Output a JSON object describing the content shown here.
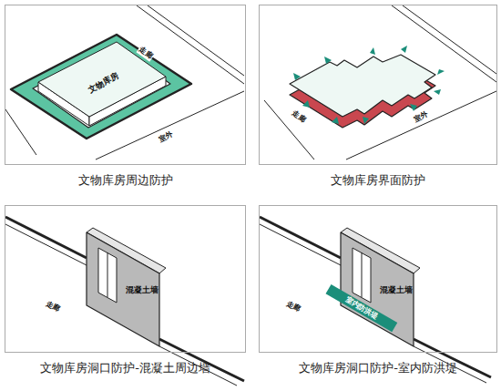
{
  "diagram": {
    "nodes": [
      {
        "text": [
          "文物库房周边防护"
        ]
      },
      {
        "text": [
          "文物库房界面防护"
        ]
      },
      {
        "text": [
          "文物库房洞口防护-混凝土周边墙"
        ]
      },
      {
        "text": [
          "文物库房洞口防护-室内防洪堤"
        ]
      },
      {
        "text": [
          "文物库房"
        ],
        "in": 0
      },
      {
        "text": [
          "混凝土墙"
        ],
        "in": 2
      },
      {
        "text": [
          "混凝土墙"
        ],
        "in": 3
      },
      {
        "text": [
          "室内防洪堤"
        ],
        "in": 3
      }
    ],
    "labels": [
      "走廊",
      "室外",
      "走廊",
      "室外",
      "走廊",
      "走廊"
    ]
  }
}
